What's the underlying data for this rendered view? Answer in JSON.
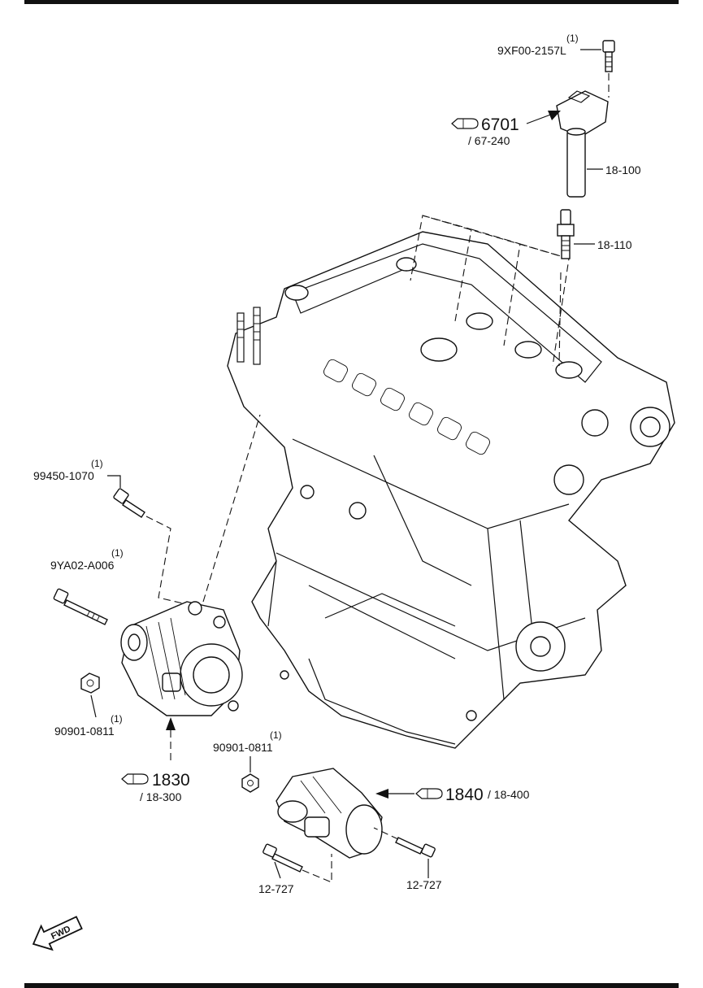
{
  "callouts": {
    "bolt_top": {
      "qty": "(1)",
      "part_no": "9XF00-2157L"
    },
    "ignition_coil_ref": {
      "ref": "6701",
      "sub": "/ 67-240"
    },
    "ignition_coil": "18-100",
    "spark_plug": "18-110",
    "alt_bolt_upper": {
      "qty": "(1)",
      "part_no": "99450-1070"
    },
    "alt_bolt_long": {
      "qty": "(1)",
      "part_no": "9YA02-A006"
    },
    "alt_nut": {
      "qty": "(1)",
      "part_no": "90901-0811"
    },
    "alternator_ref": {
      "ref": "1830",
      "sub": "/ 18-300"
    },
    "starter_nut": {
      "qty": "(1)",
      "part_no": "90901-0811"
    },
    "starter_ref": {
      "ref": "1840",
      "sub": "/ 18-400"
    },
    "starter_bolt_left": "12-727",
    "starter_bolt_right": "12-727",
    "fwd": "FWD"
  },
  "colors": {
    "line": "#111111",
    "background": "#ffffff"
  }
}
